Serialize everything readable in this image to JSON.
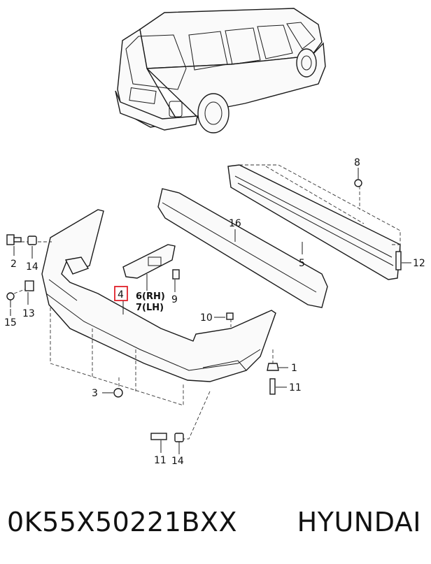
{
  "callouts": {
    "c1": "1",
    "c2": "2",
    "c3": "3",
    "c4": "4",
    "c5": "5",
    "c6": "6(RH)",
    "c7": "7(LH)",
    "c8": "8",
    "c9": "9",
    "c10": "10",
    "c11a": "11",
    "c11b": "11",
    "c12": "12",
    "c13": "13",
    "c14a": "14",
    "c14b": "14",
    "c15": "15",
    "c16": "16"
  },
  "highlight_color": "#e0212a",
  "caption": {
    "part_number": "0K55X50221BXX",
    "brand": "HYUNDAI"
  }
}
